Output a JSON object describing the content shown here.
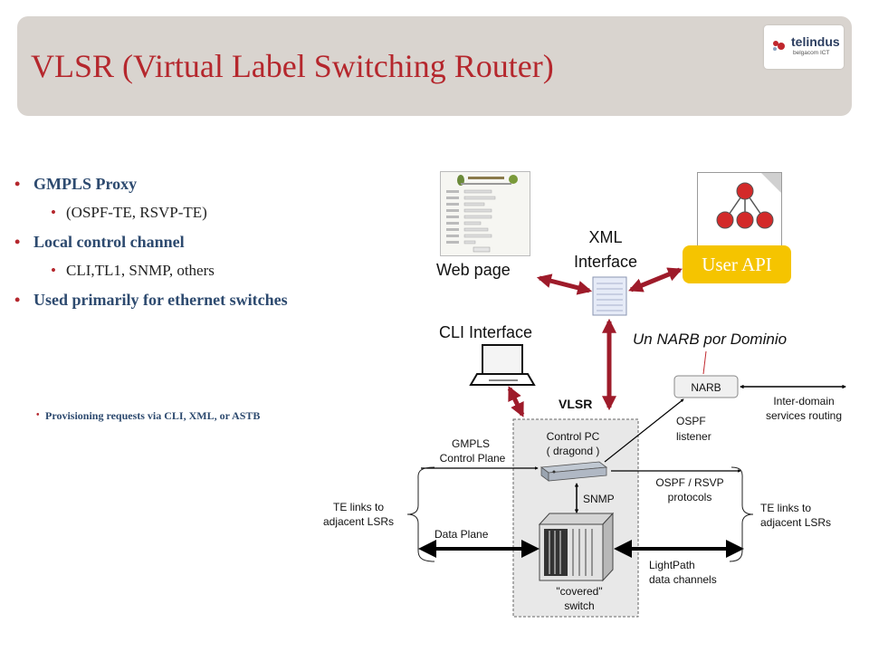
{
  "header": {
    "title": "VLSR (Virtual Label Switching Router)",
    "logo_name": "telindus",
    "logo_sub": "belgacom ICT"
  },
  "bullets": [
    {
      "text": "GMPLS Proxy",
      "level": 1
    },
    {
      "text": "(OSPF-TE, RSVP-TE)",
      "level": 2
    },
    {
      "text": "Local control channel",
      "level": 1
    },
    {
      "text": "CLI,TL1, SNMP, others",
      "level": 2
    },
    {
      "text": "Used primarily for ethernet switches",
      "level": 1
    }
  ],
  "small_note": "Provisioning requests via CLI, XML, or ASTB",
  "diagram": {
    "web_page": "Web page",
    "xml_line1": "XML",
    "xml_line2": "Interface",
    "user_api": "User API",
    "cli_interface": "CLI Interface",
    "narb_note": "Un NARB por Dominio",
    "narb": "NARB",
    "vlsr": "VLSR",
    "interdomain_line1": "Inter-domain",
    "interdomain_line2": "services routing",
    "ospf_listener_line1": "OSPF",
    "ospf_listener_line2": "listener",
    "control_pc_line1": "Control PC",
    "control_pc_line2": "( dragond )",
    "gmpls_line1": "GMPLS",
    "gmpls_line2": "Control Plane",
    "ospf_rsvp_line1": "OSPF / RSVP",
    "ospf_rsvp_line2": "protocols",
    "te_left_line1": "TE links to",
    "te_left_line2": "adjacent LSRs",
    "te_right_line1": "TE links to",
    "te_right_line2": "adjacent LSRs",
    "snmp": "SNMP",
    "data_plane": "Data Plane",
    "lightpath_line1": "LightPath",
    "lightpath_line2": "data channels",
    "covered_line1": "\"covered\"",
    "covered_line2": "switch"
  },
  "colors": {
    "accent": "#b5272d",
    "header_bg": "#d9d4cf",
    "bullet_text": "#2d4a6f",
    "arrow_dark": "#9e1b2a",
    "user_api_bg": "#f5c400"
  }
}
